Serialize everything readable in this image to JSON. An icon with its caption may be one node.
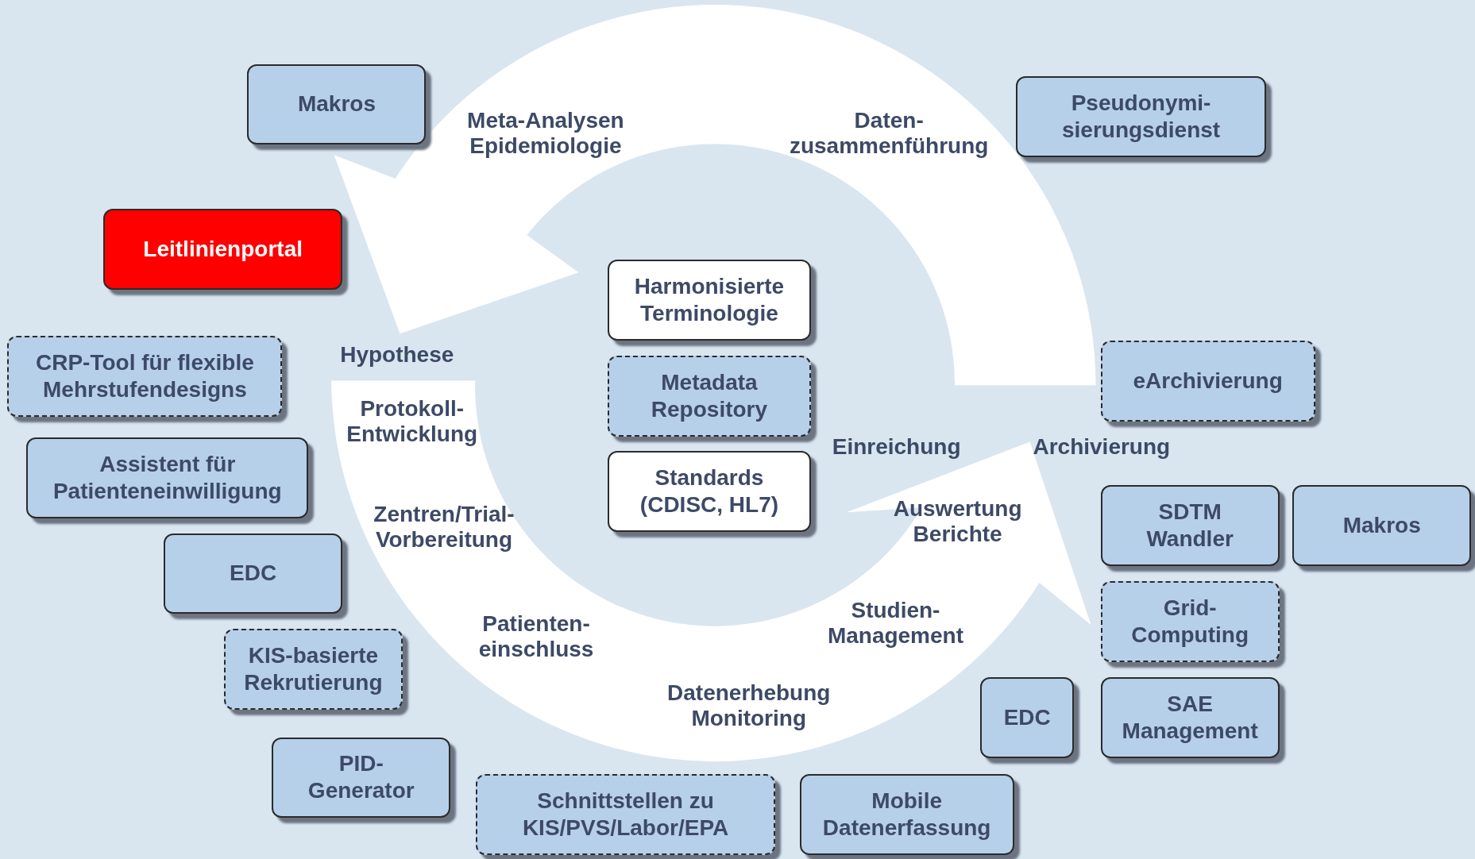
{
  "diagram": {
    "nodes": [
      {
        "text": [
          "Makros"
        ]
      },
      {
        "text": [
          "Leitlinienportal"
        ]
      },
      {
        "text": [
          "CRP-Tool für flexible Mehrstufendesigns"
        ]
      },
      {
        "text": [
          "Assistent für Patienteneinwilligung"
        ]
      },
      {
        "text": [
          "EDC"
        ]
      },
      {
        "text": [
          "KIS-basierte Rekrutierung"
        ]
      },
      {
        "text": [
          "PID- Generator"
        ]
      },
      {
        "text": [
          "Schnittstellen zu KIS/PVS/Labor/EPA"
        ]
      },
      {
        "text": [
          "Mobile Datenerfassung"
        ]
      },
      {
        "text": [
          "EDC"
        ]
      },
      {
        "text": [
          "SAE Management"
        ]
      },
      {
        "text": [
          "Grid- Computing"
        ]
      },
      {
        "text": [
          "SDTM Wandler"
        ]
      },
      {
        "text": [
          "Makros"
        ]
      },
      {
        "text": [
          "eArchivierung"
        ]
      },
      {
        "text": [
          "Pseudonymi- sierungsdienst"
        ]
      },
      {
        "text": [
          "Harmonisierte Terminologie"
        ]
      },
      {
        "text": [
          "Metadata Repository"
        ]
      },
      {
        "text": [
          "Standards (CDISC, HL7)"
        ]
      }
    ],
    "labels": [
      "Meta-Analysen Epidemiologie",
      "Daten- zusammenführung",
      "Hypothese",
      "Protokoll- Entwicklung",
      "Einreichung",
      "Archivierung",
      "Zentren/Trial- Vorbereitung",
      "Auswertung Berichte",
      "Patienten- einschluss",
      "Studien- Management",
      "Datenerhebung Monitoring"
    ]
  }
}
